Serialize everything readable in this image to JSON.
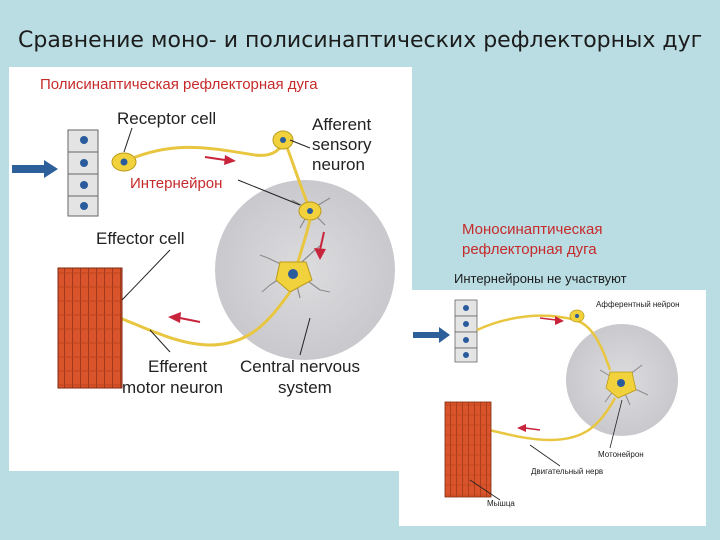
{
  "slide": {
    "title": "Сравнение моно- и полисинаптических рефлекторных дуг"
  },
  "poly": {
    "title": "Полисинаптическая рефлекторная дуга",
    "receptor_label": "Receptor cell",
    "afferent_label": [
      "Afferent",
      "sensory",
      "neuron"
    ],
    "interneuron_label": "Интернейрон",
    "effector_label": "Effector cell",
    "efferent_label": [
      "Efferent",
      "motor neuron"
    ],
    "cns_label": [
      "Central nervous",
      "system"
    ]
  },
  "mono": {
    "title": "Моносинаптическая рефлекторная дуга",
    "note": "Интернейроны не участвуют",
    "afferent_label": "Афферентный нейрон",
    "motoneuron_label": "Мотонейрон",
    "motor_nerve_label": "Двигательный нерв",
    "muscle_label": "Мышца"
  },
  "colors": {
    "title_red": "#c62a2a",
    "neuron": "#f2d23c",
    "axon": "#e8c640",
    "cns": "#d3d3d6",
    "muscle": "#d9542a",
    "arrow_blue": "#2d5f9a",
    "arrow_red": "#c8243c"
  }
}
